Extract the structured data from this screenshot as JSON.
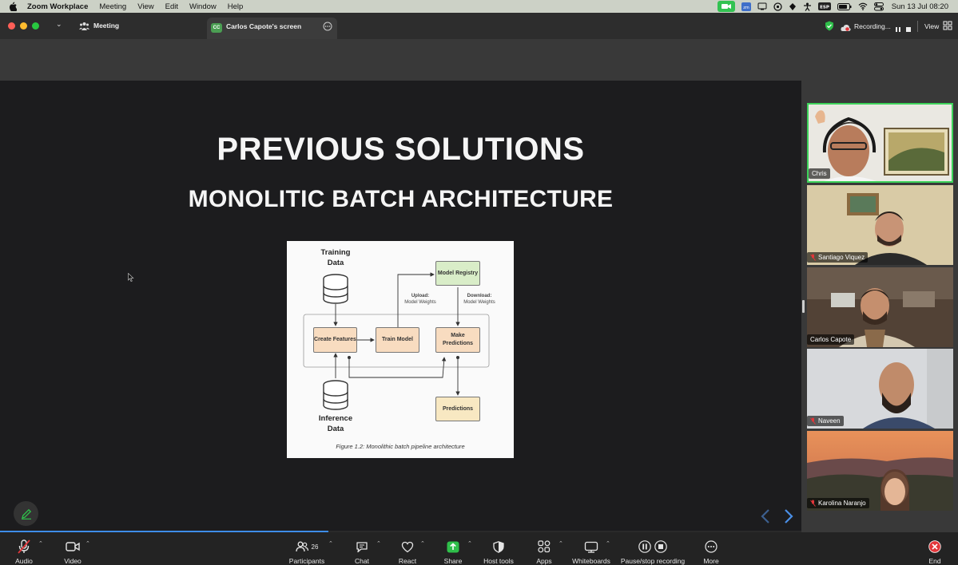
{
  "menubar": {
    "app_name": "Zoom Workplace",
    "menus": [
      "Meeting",
      "View",
      "Edit",
      "Window",
      "Help"
    ],
    "clock": "Sun 13 Jul  08:20"
  },
  "titlebar": {
    "meeting_label": "Meeting",
    "tab_initials": "CC",
    "tab_title": "Carlos Capote's screen",
    "recording_label": "Recording...",
    "view_label": "View"
  },
  "slide": {
    "title": "PREVIOUS SOLUTIONS",
    "subtitle": "MONOLITIC BATCH ARCHITECTURE",
    "figure": {
      "training_data_line1": "Training",
      "training_data_line2": "Data",
      "inference_data_line1": "Inference",
      "inference_data_line2": "Data",
      "model_registry": "Model Registry",
      "create_features": "Create Features",
      "train_model": "Train Model",
      "make_predictions": "Make Predictions",
      "predictions": "Predictions",
      "upload_label": "Upload:",
      "upload_sub": "Model Weights",
      "download_label": "Download:",
      "download_sub": "Model Weights",
      "caption": "Figure 1.2: Monolithic batch pipeline architecture"
    },
    "progress_fraction": 0.41
  },
  "participants": [
    {
      "name": "Chris",
      "muted": false,
      "active": true
    },
    {
      "name": "Santiago Viquez",
      "muted": true,
      "active": false
    },
    {
      "name": "Carlos Capote",
      "muted": false,
      "active": false
    },
    {
      "name": "Naveen",
      "muted": true,
      "active": false
    },
    {
      "name": "Karolina Naranjo",
      "muted": true,
      "active": false
    }
  ],
  "toolbar": {
    "audio": "Audio",
    "video": "Video",
    "participants": "Participants",
    "participants_count": "26",
    "chat": "Chat",
    "react": "React",
    "share": "Share",
    "host_tools": "Host tools",
    "apps": "Apps",
    "whiteboards": "Whiteboards",
    "recording": "Pause/stop recording",
    "more": "More",
    "end": "End"
  },
  "colors": {
    "accent_green": "#2fbf4a",
    "end_red": "#e2363a",
    "active_border": "#3dd35a"
  }
}
